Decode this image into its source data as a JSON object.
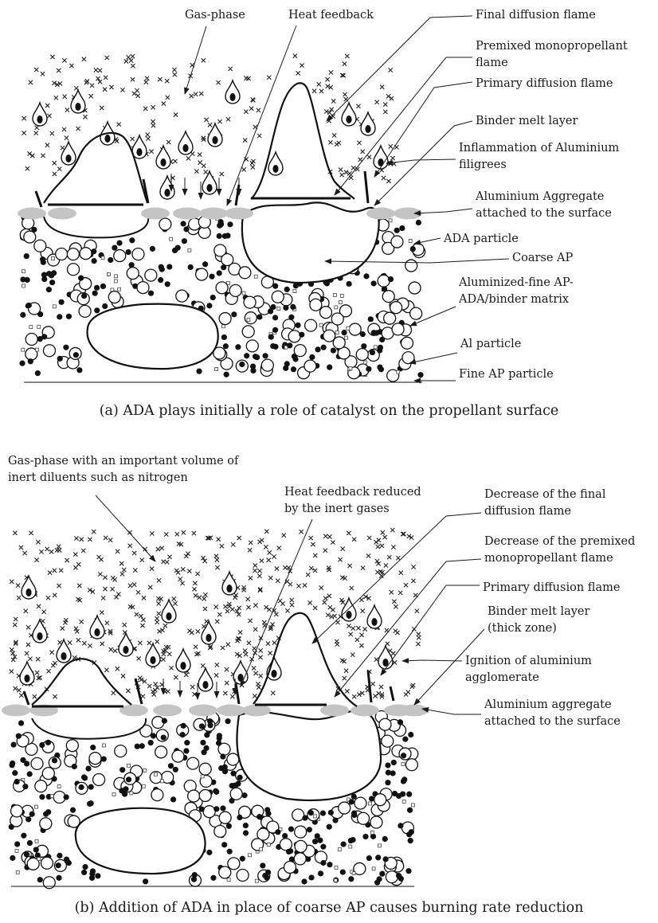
{
  "panel_a": {
    "caption": "(a) ADA plays initially a role of catalyst on the propellant surface",
    "labels": {
      "gas_phase": [
        "Gas-phase"
      ],
      "heat_feedback": [
        "Heat feedback"
      ],
      "final_diffusion_flame": [
        "Final diffusion flame"
      ],
      "premixed_flame": [
        "Premixed monopropellant",
        "flame"
      ],
      "primary_diffusion_flame": [
        "Primary diffusion flame"
      ],
      "binder_melt_layer": [
        "Binder melt layer"
      ],
      "inflammation_aluminium": [
        "Inflammation of Aluminium",
        "filigrees"
      ],
      "aluminium_aggregate": [
        "Aluminium Aggregate",
        "attached to the surface"
      ],
      "ada_particle": [
        "ADA particle"
      ],
      "coarse_ap": [
        "Coarse AP"
      ],
      "aluminized_matrix": [
        "Aluminized-fine AP-",
        "ADA/binder matrix"
      ],
      "al_particle": [
        "Al particle"
      ],
      "fine_ap_particle": [
        "Fine AP particle"
      ]
    }
  },
  "panel_b": {
    "caption": "(b) Addition of ADA in place of coarse AP causes burning rate reduction",
    "labels": {
      "gas_phase": [
        "Gas-phase with an important volume of",
        "inert diluents such as nitrogen"
      ],
      "heat_feedback": [
        "Heat feedback reduced",
        "by the inert gases"
      ],
      "decrease_final_flame": [
        "Decrease of the final",
        "diffusion flame"
      ],
      "decrease_premixed_flame": [
        "Decrease of the premixed",
        "monopropellant flame"
      ],
      "primary_diffusion_flame": [
        "Primary diffusion flame"
      ],
      "binder_melt_layer": [
        "Binder melt layer",
        "(thick zone)"
      ],
      "ignition_aluminium": [
        "Ignition of aluminium",
        "agglomerate"
      ],
      "aluminium_aggregate": [
        "Aluminium aggregate",
        "attached to the surface"
      ]
    }
  }
}
